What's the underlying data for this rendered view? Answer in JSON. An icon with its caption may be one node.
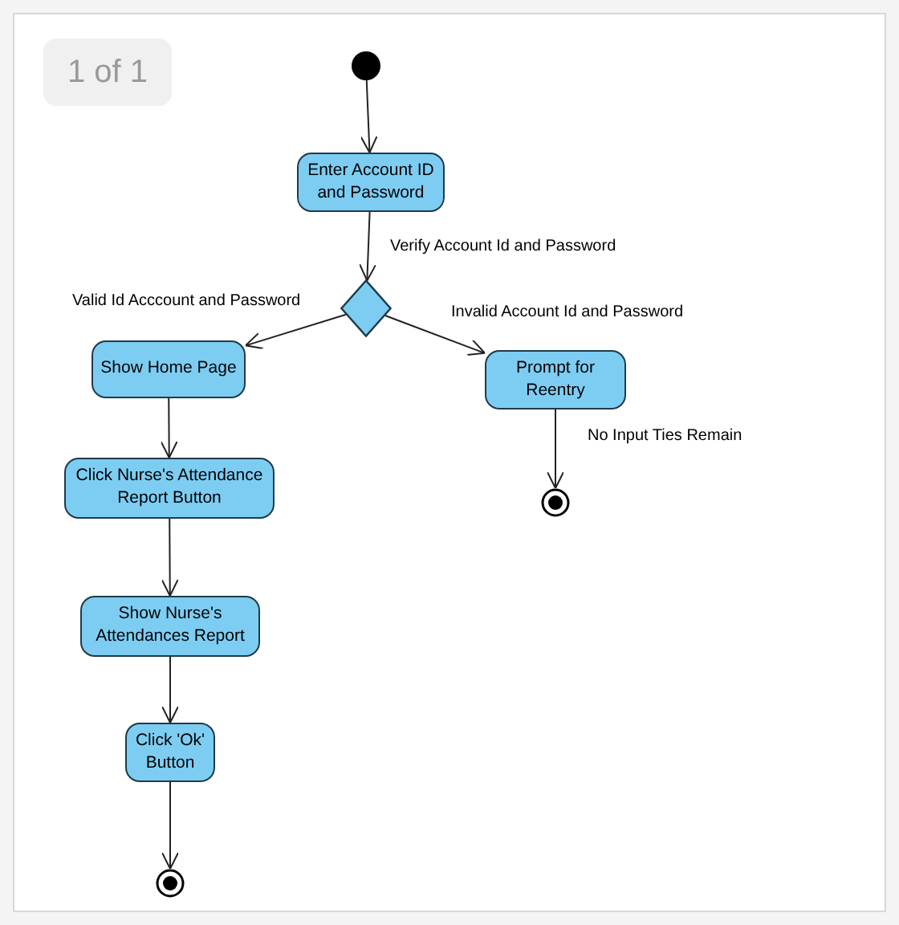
{
  "diagram": {
    "nodes": [
      {
        "text": [],
        "shape": "circle"
      },
      {
        "text": [
          "Enter Account ID and Password"
        ]
      },
      {
        "text": [],
        "shape": "diamond"
      },
      {
        "text": [
          "Show Home Page"
        ]
      },
      {
        "text": [
          "Prompt for Reentry"
        ]
      },
      {
        "text": [
          "Click Nurse's Attendance Report Button"
        ]
      },
      {
        "text": [],
        "shape": "circle"
      },
      {
        "text": [
          "Show Nurse's Attendances Report"
        ]
      },
      {
        "text": [
          "Click 'Ok' Button"
        ]
      },
      {
        "text": [],
        "shape": "circle"
      }
    ],
    "edges": [
      {
        "from": 0,
        "to": 1,
        "arrow": "to"
      },
      {
        "from": 1,
        "to": 2,
        "arrow": "to",
        "label": "Verify Account Id and Password"
      },
      {
        "from": 2,
        "to": 3,
        "arrow": "to",
        "label": "Valid Id Acccount and Password"
      },
      {
        "from": 2,
        "to": 4,
        "arrow": "to",
        "label": "Invalid Account Id and Password"
      },
      {
        "from": 4,
        "to": 6,
        "arrow": "to",
        "label": "No Input Ties Remain"
      },
      {
        "from": 3,
        "to": 5,
        "arrow": "to"
      },
      {
        "from": 5,
        "to": 7,
        "arrow": "to"
      },
      {
        "from": 7,
        "to": 8,
        "arrow": "to"
      },
      {
        "from": 8,
        "to": 9,
        "arrow": "to"
      }
    ],
    "labels": [
      "1 of 1"
    ]
  }
}
